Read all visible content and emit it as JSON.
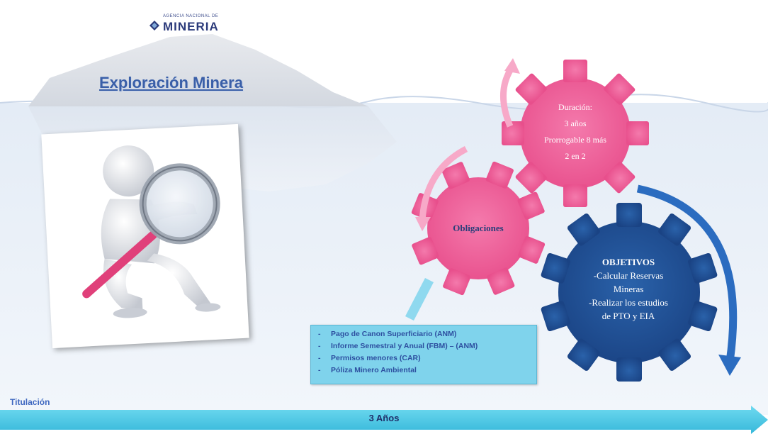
{
  "logo": {
    "small": "AGENCIA NACIONAL DE",
    "big": "MINERIA"
  },
  "title": "Exploración Minera",
  "duracion": {
    "line1": "Duración:",
    "line2": "3 años",
    "line3": "Prorrogable 8 más",
    "line4": "2 en 2"
  },
  "obligaciones_label": "Obligaciones",
  "objetivos": {
    "heading": "OBJETIVOS",
    "line1": "-Calcular Reservas",
    "line2": "Mineras",
    "line3": "-Realizar los estudios",
    "line4": "de PTO y EIA"
  },
  "obligaciones_list": [
    "Pago de Canon Superficiario (ANM)",
    "Informe Semestral y Anual (FBM) – (ANM)",
    "Permisos menores (CAR)",
    "Póliza Minero Ambiental"
  ],
  "timeline": {
    "label": "Titulación",
    "duration": "3 Años"
  },
  "colors": {
    "pink_gear": "#ef5f9a",
    "blue_gear": "#1f4f96",
    "arrow_blue": "#4cc9e4",
    "title_blue": "#3a5fa8"
  }
}
